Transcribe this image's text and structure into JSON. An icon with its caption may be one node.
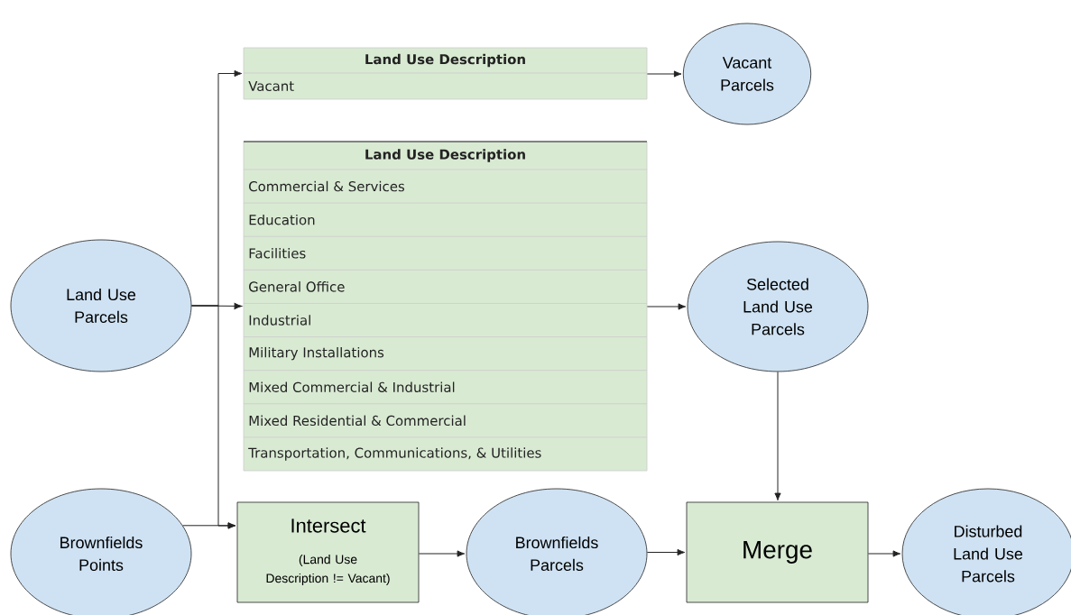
{
  "diagram": {
    "nodes": [
      {
        "text": [
          "Land Use Description",
          "Vacant"
        ]
      },
      {
        "text": [
          "Vacant Parcels"
        ]
      },
      {
        "text": [
          "Land Use Description",
          "Commercial & Services",
          "Education",
          "Facilities",
          "General Office",
          "Industrial",
          "Military Installations",
          "Mixed Commercial & Industrial",
          "Mixed Residential & Commercial",
          "Transportation, Communications, & Utilities"
        ]
      },
      {
        "text": [
          "Land Use Parcels"
        ]
      },
      {
        "text": [
          "Selected Land Use Parcels"
        ]
      },
      {
        "text": [
          "Brownfields Points"
        ]
      },
      {
        "text": [
          "Intersect",
          "(Land Use Description != Vacant)"
        ]
      },
      {
        "text": [
          "Brownfields Parcels"
        ]
      },
      {
        "text": [
          "Merge"
        ]
      },
      {
        "text": [
          "Disturbed Land Use Parcels"
        ]
      }
    ],
    "edges": [
      {
        "from": 3,
        "to": 0,
        "arrow": "to"
      },
      {
        "from": 0,
        "to": 1,
        "arrow": "to"
      },
      {
        "from": 3,
        "to": 2,
        "arrow": "to"
      },
      {
        "from": 2,
        "to": 4,
        "arrow": "to"
      },
      {
        "from": 3,
        "to": 6,
        "arrow": "to"
      },
      {
        "from": 5,
        "to": 6,
        "arrow": "to"
      },
      {
        "from": 4,
        "to": 8,
        "arrow": "to"
      },
      {
        "from": 6,
        "to": 7,
        "arrow": "to"
      },
      {
        "from": 7,
        "to": 8,
        "arrow": "to"
      },
      {
        "from": 8,
        "to": 9,
        "arrow": "to"
      }
    ]
  }
}
